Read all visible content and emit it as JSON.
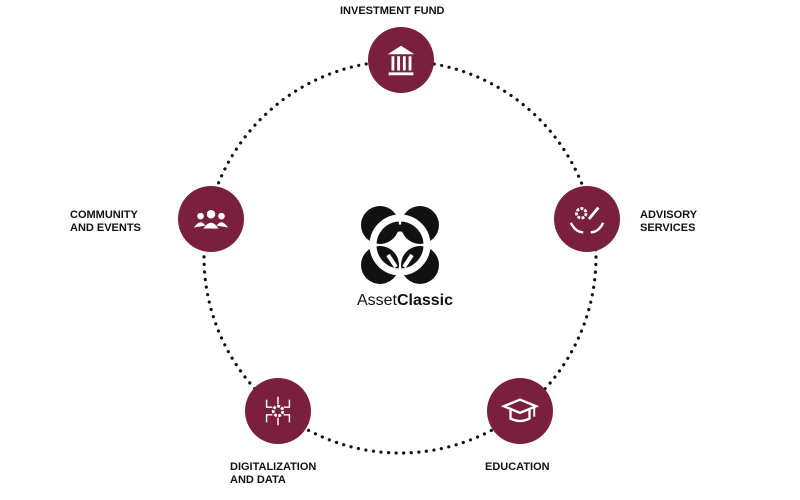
{
  "brand": {
    "prefix": "Asset",
    "suffix": "Classic"
  },
  "color": "#7a1f3d",
  "nodes": [
    {
      "label": "INVESTMENT FUND",
      "icon": "bank-icon"
    },
    {
      "label": "ADVISORY",
      "label2": "SERVICES",
      "icon": "gear-hands-icon"
    },
    {
      "label": "EDUCATION",
      "icon": "graduation-cap-icon"
    },
    {
      "label": "DIGITALIZATION",
      "label2": "AND DATA",
      "icon": "circuit-gear-icon"
    },
    {
      "label": "COMMUNITY",
      "label2": "AND EVENTS",
      "icon": "people-icon"
    }
  ]
}
